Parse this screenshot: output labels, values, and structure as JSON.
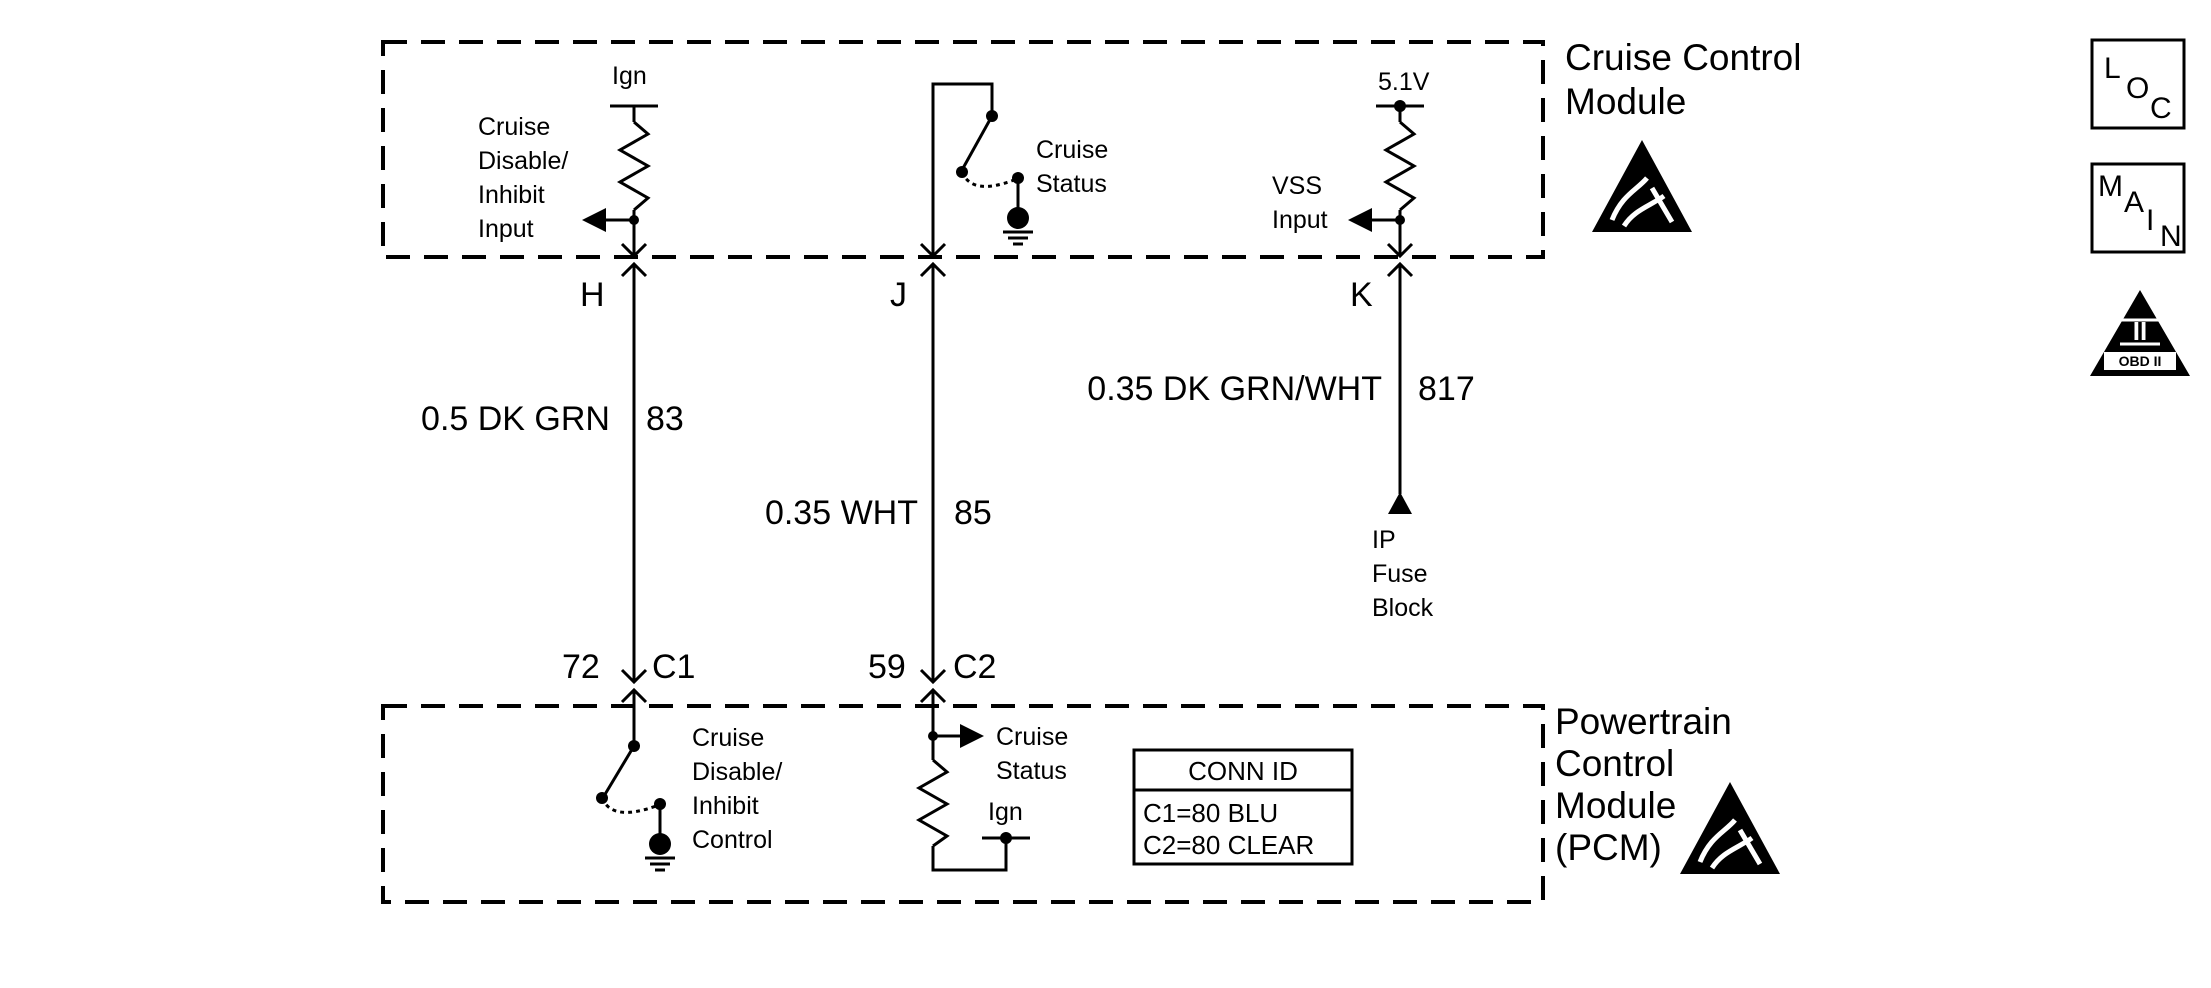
{
  "modules": {
    "ccm": {
      "name_line1": "Cruise Control",
      "name_line2": "Module"
    },
    "pcm": {
      "name_line1": "Powertrain",
      "name_line2": "Control",
      "name_line3": "Module",
      "name_line4": "(PCM)"
    }
  },
  "ccm_labels": {
    "ign": "Ign",
    "disable_line1": "Cruise",
    "disable_line2": "Disable/",
    "disable_line3": "Inhibit",
    "disable_line4": "Input",
    "status_line1": "Cruise",
    "status_line2": "Status",
    "supply": "5.1V",
    "vss_line1": "VSS",
    "vss_line2": "Input"
  },
  "pins": {
    "h": "H",
    "j": "J",
    "k": "K",
    "p72": "72",
    "c1": "C1",
    "p59": "59",
    "c2": "C2"
  },
  "wires": {
    "w83": {
      "spec": "0.5 DK GRN",
      "circuit": "83"
    },
    "w85": {
      "spec": "0.35 WHT",
      "circuit": "85"
    },
    "w817": {
      "spec": "0.35 DK GRN/WHT",
      "circuit": "817"
    }
  },
  "fuse_block": {
    "line1": "IP",
    "line2": "Fuse",
    "line3": "Block"
  },
  "pcm_labels": {
    "control_line1": "Cruise",
    "control_line2": "Disable/",
    "control_line3": "Inhibit",
    "control_line4": "Control",
    "status_line1": "Cruise",
    "status_line2": "Status",
    "ign": "Ign"
  },
  "conn_id": {
    "title": "CONN ID",
    "c1": "C1=80 BLU",
    "c2": "C2=80 CLEAR"
  },
  "symbols": {
    "loc": {
      "l": "L",
      "o": "O",
      "c": "C"
    },
    "main": {
      "m": "M",
      "a": "A",
      "i": "I",
      "n": "N"
    },
    "obd": {
      "roman": "II",
      "text": "OBD II"
    }
  }
}
